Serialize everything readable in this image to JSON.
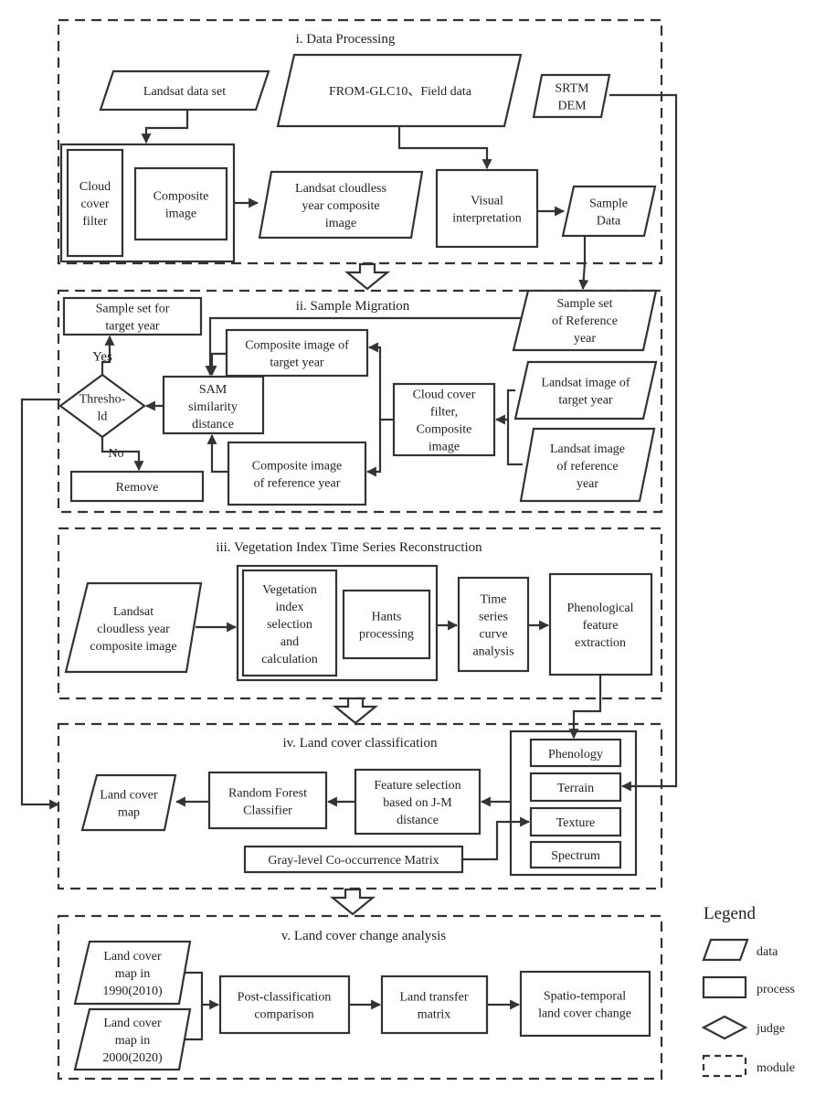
{
  "modules": {
    "m1": "i. Data Processing",
    "m2": "ii. Sample Migration",
    "m3": "iii. Vegetation Index Time Series Reconstruction",
    "m4": "iv. Land cover classification",
    "m5": "v. Land cover change analysis"
  },
  "nodes": {
    "landsat_data_set": [
      "Landsat data set"
    ],
    "from_glc10": [
      "FROM-GLC10、Field data"
    ],
    "srtm_dem": [
      "SRTM",
      "DEM"
    ],
    "cloud_cover_filter": [
      "Cloud",
      "cover",
      "filter"
    ],
    "composite_image": [
      "Composite",
      "image"
    ],
    "landsat_cloudless_1": [
      "Landsat cloudless",
      "year composite",
      "image"
    ],
    "visual_interpretation": [
      "Visual",
      "interpretation"
    ],
    "sample_data": [
      "Sample",
      "Data"
    ],
    "sample_set_target": [
      "Sample set for",
      "target year"
    ],
    "sample_set_reference": [
      "Sample set",
      "of Reference",
      "year"
    ],
    "composite_target": [
      "Composite image of",
      "target year"
    ],
    "threshold": [
      "Thresho-",
      "ld"
    ],
    "yes_label": [
      "Yes"
    ],
    "no_label": [
      "No"
    ],
    "sam_distance": [
      "SAM",
      "similarity",
      "distance"
    ],
    "cloud_filter_composite": [
      "Cloud cover",
      "filter,",
      "Composite",
      "image"
    ],
    "landsat_target": [
      "Landsat image of",
      "target year"
    ],
    "landsat_reference": [
      "Landsat image",
      "of reference",
      "year"
    ],
    "remove": [
      "Remove"
    ],
    "composite_reference": [
      "Composite image",
      "of reference year"
    ],
    "landsat_cloudless_2": [
      "Landsat",
      "cloudless year",
      "composite image"
    ],
    "vi_selection": [
      "Vegetation",
      "index",
      "selection",
      "and",
      "calculation"
    ],
    "hants": [
      "Hants",
      "processing"
    ],
    "time_series": [
      "Time",
      "series",
      "curve",
      "analysis"
    ],
    "phenological_extraction": [
      "Phenological",
      "feature",
      "extraction"
    ],
    "land_cover_map": [
      "Land cover",
      "map"
    ],
    "random_forest": [
      "Random Forest",
      "Classifier"
    ],
    "feature_selection": [
      "Feature selection",
      "based on J-M",
      "distance"
    ],
    "glcm": [
      "Gray-level Co-occurrence Matrix"
    ],
    "phenology": [
      "Phenology"
    ],
    "terrain": [
      "Terrain"
    ],
    "texture": [
      "Texture"
    ],
    "spectrum": [
      "Spectrum"
    ],
    "map_1990": [
      "Land cover",
      "map in",
      "1990(2010)"
    ],
    "map_2000": [
      "Land cover",
      "map in",
      "2000(2020)"
    ],
    "post_classification": [
      "Post-classification",
      "comparison"
    ],
    "land_transfer": [
      "Land transfer",
      "matrix"
    ],
    "spatio_temporal": [
      "Spatio-temporal",
      "land cover change"
    ]
  },
  "legend": {
    "title": "Legend",
    "items": {
      "data": "data",
      "process": "process",
      "judge": "judge",
      "module": "module"
    }
  },
  "colors": {
    "line": "#333333",
    "text": "#222222",
    "background": "#ffffff"
  }
}
